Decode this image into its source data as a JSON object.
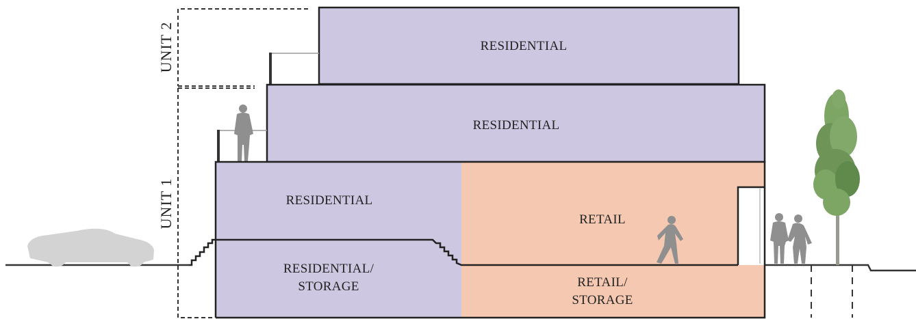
{
  "colors": {
    "residential": "#cdc7e1",
    "retail": "#f5c9b1",
    "outline": "#222222",
    "figure": "#8f8f8f",
    "car": "#d3d3d3",
    "foliage": "#6f9458",
    "trunk": "#9a9a90"
  },
  "units": {
    "unit_2": "UNIT 2",
    "unit_1": "UNIT 1"
  },
  "spaces": {
    "top_residential": "RESIDENTIAL",
    "middle_residential": "RESIDENTIAL",
    "lower_residential": "RESIDENTIAL",
    "retail": "RETAIL",
    "basement_residential_line1": "RESIDENTIAL/",
    "basement_residential_line2": "STORAGE",
    "basement_retail_line1": "RETAIL/",
    "basement_retail_line2": "STORAGE"
  },
  "icons": [
    "car-icon",
    "person-standing-icon",
    "person-walking-icon",
    "couple-icon",
    "tree-icon"
  ]
}
